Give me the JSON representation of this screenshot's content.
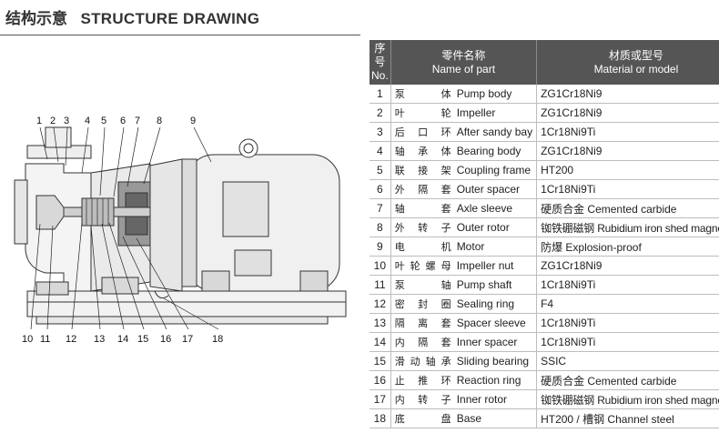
{
  "header": {
    "title_cn": "结构示意",
    "title_en": "STRUCTURE DRAWING"
  },
  "table": {
    "headers": {
      "no_cn": "序号",
      "no_en": "No.",
      "part_cn": "零件名称",
      "part_en": "Name of part",
      "material_cn": "材质或型号",
      "material_en": "Material or model"
    },
    "rows": [
      {
        "no": "1",
        "cn": "泵体",
        "en": "Pump body",
        "material": "ZG1Cr18Ni9",
        "small": false
      },
      {
        "no": "2",
        "cn": "叶轮",
        "en": "Impeller",
        "material": "ZG1Cr18Ni9",
        "small": false
      },
      {
        "no": "3",
        "cn": "后口环",
        "en": "After sandy bay",
        "material": "1Cr18Ni9Ti",
        "small": false
      },
      {
        "no": "4",
        "cn": "轴承体",
        "en": "Bearing body",
        "material": "ZG1Cr18Ni9",
        "small": false
      },
      {
        "no": "5",
        "cn": "联接架",
        "en": "Coupling frame",
        "material": "HT200",
        "small": false
      },
      {
        "no": "6",
        "cn": "外隔套",
        "en": "Outer spacer",
        "material": "1Cr18Ni9Ti",
        "small": false
      },
      {
        "no": "7",
        "cn": "轴套",
        "en": "Axle sleeve",
        "material": "硬质合金 Cemented carbide",
        "small": false
      },
      {
        "no": "8",
        "cn": "外转子",
        "en": "Outer rotor",
        "material": "铷铁硼磁钢 Rubidium iron shed magnets",
        "small": true
      },
      {
        "no": "9",
        "cn": "电机",
        "en": "Motor",
        "material": "防爆 Explosion-proof",
        "small": false
      },
      {
        "no": "10",
        "cn": "叶轮螺母",
        "en": "Impeller nut",
        "material": "ZG1Cr18Ni9",
        "small": false
      },
      {
        "no": "11",
        "cn": "泵轴",
        "en": "Pump shaft",
        "material": "1Cr18Ni9Ti",
        "small": false
      },
      {
        "no": "12",
        "cn": "密封圈",
        "en": "Sealing ring",
        "material": "F4",
        "small": false
      },
      {
        "no": "13",
        "cn": "隔离套",
        "en": "Spacer sleeve",
        "material": "1Cr18Ni9Ti",
        "small": false
      },
      {
        "no": "14",
        "cn": "内隔套",
        "en": "Inner spacer",
        "material": "1Cr18Ni9Ti",
        "small": false
      },
      {
        "no": "15",
        "cn": "滑动轴承",
        "en": "Sliding bearing",
        "material": "SSIC",
        "small": false
      },
      {
        "no": "16",
        "cn": "止推环",
        "en": "Reaction ring",
        "material": "硬质合金 Cemented carbide",
        "small": false
      },
      {
        "no": "17",
        "cn": "内转子",
        "en": "Inner rotor",
        "material": "铷铁硼磁钢 Rubidium iron shed magnets",
        "small": true
      },
      {
        "no": "18",
        "cn": "底盘",
        "en": "Base",
        "material": "HT200 / 槽钢 Channel steel",
        "small": false
      }
    ]
  },
  "drawing": {
    "callouts_top": [
      "1",
      "2",
      "3",
      "4",
      "5",
      "6",
      "7",
      "8",
      "9"
    ],
    "callouts_bottom": [
      "10",
      "11",
      "12",
      "13",
      "14",
      "15",
      "16",
      "17",
      "18"
    ]
  }
}
